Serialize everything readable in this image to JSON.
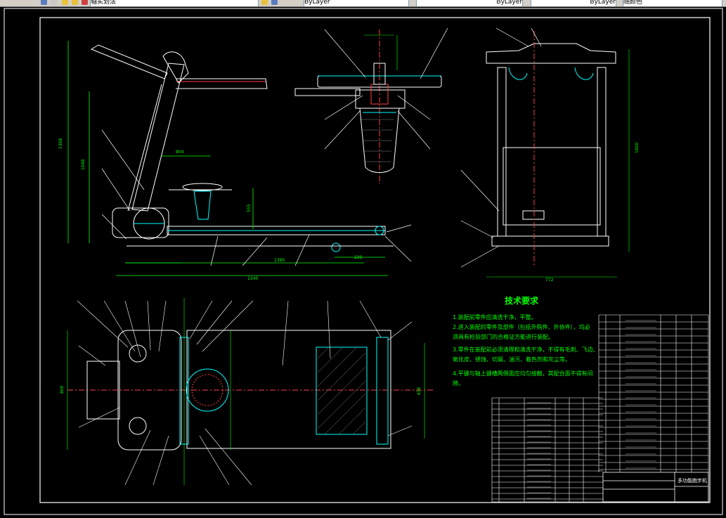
{
  "toolbar": {
    "layer_name": "轴实划法",
    "color_combo": "ByLayer",
    "linetype_combo": "ByLayer",
    "lineweight_combo": "ByLayer",
    "plotstyle_combo": "随颜色"
  },
  "drawing": {
    "tech_title": "技术要求",
    "tech_notes": [
      "1.装配前零件应清洗干净，平整。",
      "2.进入装配的零件及部件（包括外购件、外协件），均必",
      "须具有检验部门的合格证方能进行装配。",
      "3.零件在装配前必须清理和清洗干净，不得有毛刺、飞边、",
      "氧化皮、锈蚀、切屑、油污、着色剂和灰尘等。",
      "4.平键与轴上键槽两侧面应均匀接触，其配合面不得有间",
      "隙。"
    ],
    "title_block_name": "多功能跑步机",
    "dim_labels": [
      "1308",
      "1048",
      "804",
      "555",
      "1395",
      "1340",
      "225",
      "772",
      "1600",
      "800",
      "656"
    ],
    "colors": {
      "frame": "#ffffff",
      "dim": "#00ff00",
      "centerline": "#ff3333",
      "part": "#00ffff",
      "note": "#00ff00",
      "leader": "#ffffff"
    }
  }
}
